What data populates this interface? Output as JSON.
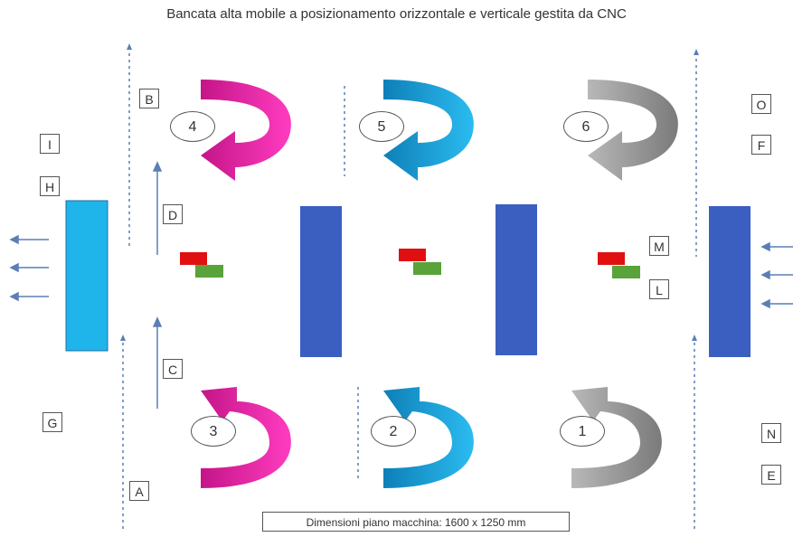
{
  "title": "Bancata alta mobile a posizionamento orizzontale e verticale gestita da CNC",
  "labels": {
    "A": "A",
    "B": "B",
    "C": "C",
    "D": "D",
    "E": "E",
    "F": "F",
    "G": "G",
    "H": "H",
    "I": "I",
    "L": "L",
    "M": "M",
    "N": "N",
    "O": "O"
  },
  "numbers": {
    "n1": "1",
    "n2": "2",
    "n3": "3",
    "n4": "4",
    "n5": "5",
    "n6": "6"
  },
  "dimensions": "Dimensioni piano macchina: 1600 x 1250 mm",
  "colors": {
    "magenta": "#e0209a",
    "blue": "#1a9ad6",
    "gray": "#9a9a9a",
    "panel_light": "#1fb5ea",
    "panel_dark": "#3a5fc0",
    "red_block": "#e01010",
    "green_block": "#5aa23a"
  }
}
